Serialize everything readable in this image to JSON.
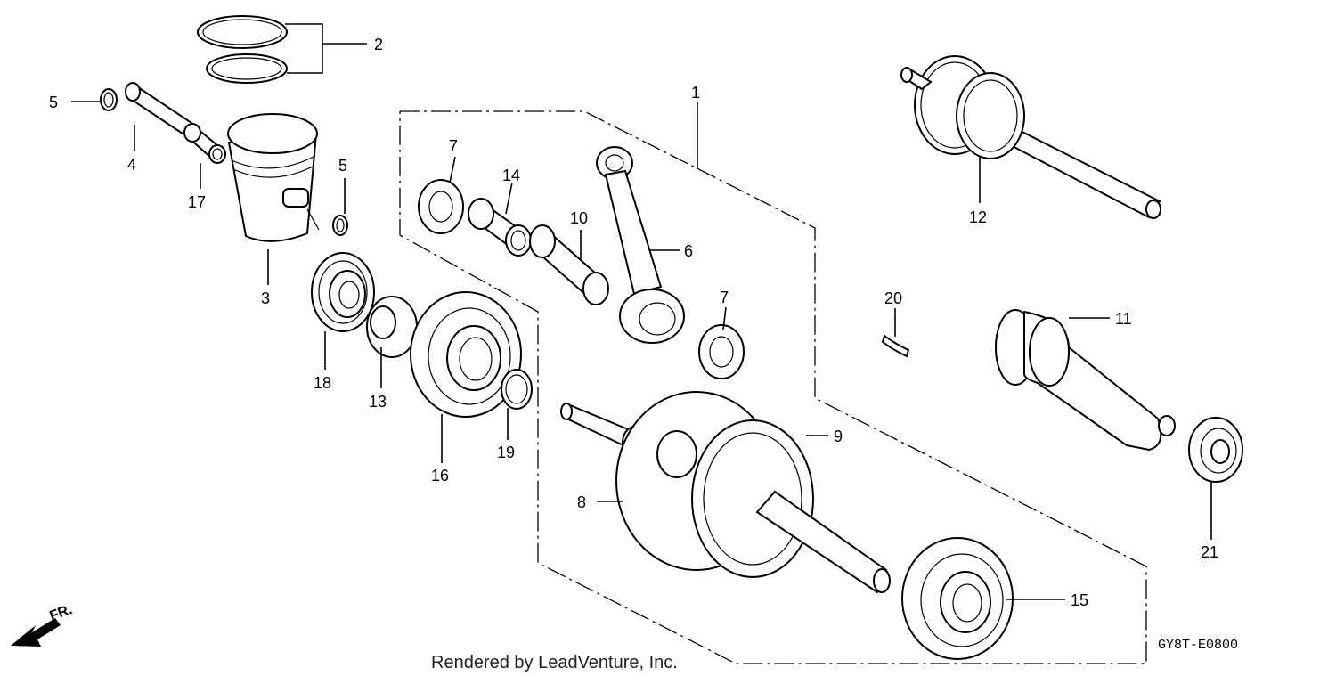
{
  "diagram": {
    "labels": [
      "1",
      "2",
      "3",
      "4",
      "5",
      "5",
      "6",
      "7",
      "7",
      "8",
      "9",
      "10",
      "11",
      "12",
      "13",
      "14",
      "15",
      "16",
      "17",
      "18",
      "19",
      "20",
      "21"
    ],
    "diagram_code": "GY8T-E0800",
    "credit": "Rendered by LeadVenture, Inc.",
    "direction_label": "FR.",
    "icons": [
      "front-direction-arrow-icon"
    ]
  }
}
